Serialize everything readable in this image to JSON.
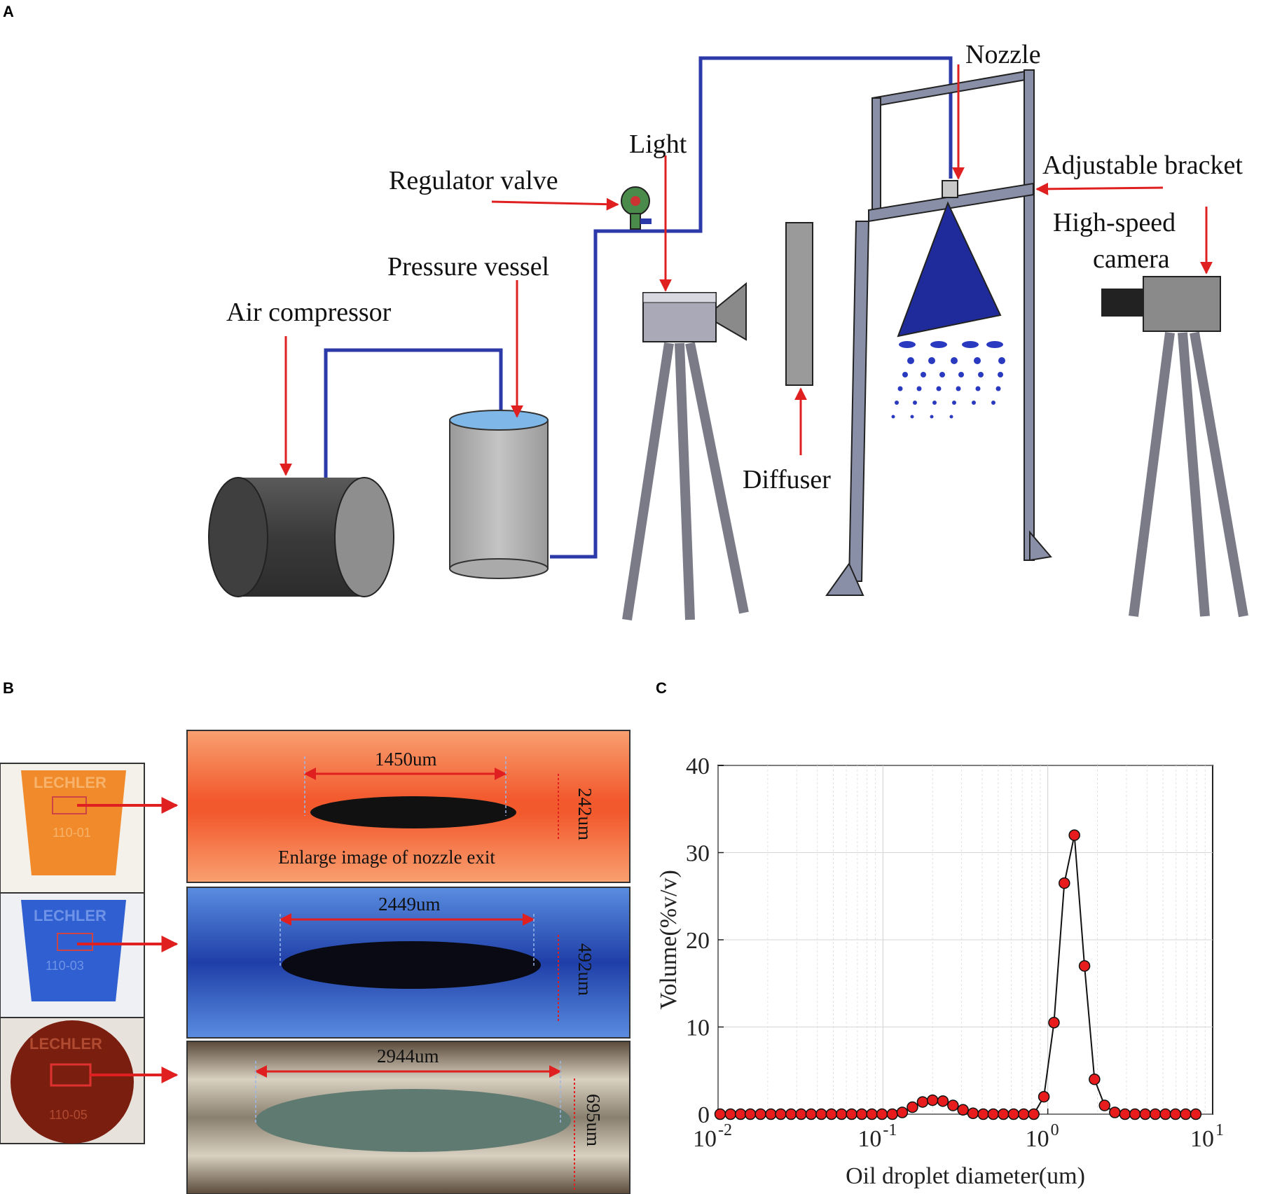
{
  "panels": {
    "a": "A",
    "b": "B",
    "c": "C"
  },
  "labels": {
    "nozzle": "Nozzle",
    "light": "Light",
    "regulator_valve": "Regulator valve",
    "adjustable_bracket": "Adjustable bracket",
    "high_speed_1": "High-speed",
    "high_speed_2": "camera",
    "pressure_vessel": "Pressure vessel",
    "air_compressor": "Air compressor",
    "diffuser": "Diffuser"
  },
  "nozzles": [
    {
      "tip_text": "LECHLER",
      "code": "110-01",
      "width": "1450um",
      "height": "242um",
      "caption": "Enlarge image of nozzle exit",
      "color": "#f08a2a"
    },
    {
      "tip_text": "LECHLER",
      "code": "110-03",
      "width": "2449um",
      "height": "492um",
      "caption": "",
      "color": "#2f5fd0"
    },
    {
      "tip_text": "LECHLER",
      "code": "110-05",
      "width": "2944um",
      "height": "695um",
      "caption": "",
      "color": "#7a1f10"
    }
  ],
  "colors": {
    "pipe": "#2b3aa8",
    "arrow": "#e02020",
    "spray": "#1f2b9a",
    "marker": "#e81c1c"
  },
  "chart_data": {
    "type": "line",
    "xscale": "log",
    "xlim": [
      0.01,
      10
    ],
    "ylim": [
      0,
      40
    ],
    "xlabel": "Oil droplet diameter(um)",
    "ylabel": "Volume(%v/v)",
    "x_ticks": [
      {
        "base": "10",
        "exp": "-2"
      },
      {
        "base": "10",
        "exp": "-1"
      },
      {
        "base": "10",
        "exp": "0"
      },
      {
        "base": "10",
        "exp": "1"
      }
    ],
    "y_ticks": [
      "0",
      "10",
      "20",
      "30",
      "40"
    ],
    "grid": true,
    "marker_color": "#e81c1c",
    "x": [
      0.0103,
      0.0119,
      0.0137,
      0.0157,
      0.0181,
      0.0209,
      0.024,
      0.0277,
      0.0319,
      0.0367,
      0.0423,
      0.0487,
      0.0561,
      0.0646,
      0.0744,
      0.0857,
      0.0987,
      0.114,
      0.131,
      0.151,
      0.174,
      0.2,
      0.231,
      0.266,
      0.306,
      0.352,
      0.406,
      0.467,
      0.538,
      0.62,
      0.714,
      0.822,
      0.947,
      1.09,
      1.26,
      1.45,
      1.67,
      1.92,
      2.21,
      2.55,
      2.94,
      3.38,
      3.9,
      4.49,
      5.17,
      5.95,
      6.86,
      7.9
    ],
    "y": [
      0,
      0,
      0,
      0,
      0,
      0,
      0,
      0,
      0,
      0,
      0,
      0,
      0,
      0,
      0,
      0,
      0,
      0,
      0.2,
      0.8,
      1.4,
      1.6,
      1.5,
      1.0,
      0.5,
      0.1,
      0,
      0,
      0,
      0,
      0,
      0,
      2.0,
      10.5,
      26.5,
      32.0,
      17.0,
      4.0,
      1.0,
      0.2,
      0,
      0,
      0,
      0,
      0,
      0,
      0,
      0
    ]
  }
}
